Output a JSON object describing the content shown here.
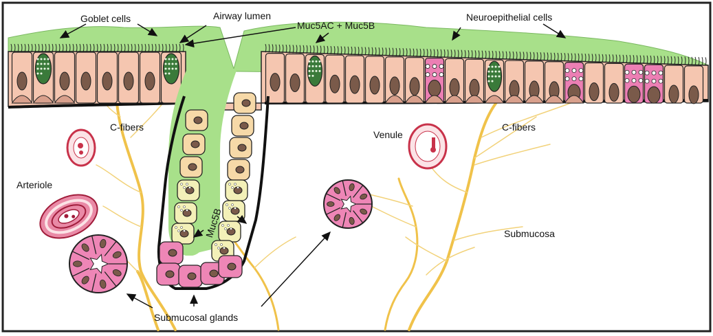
{
  "labels": {
    "goblet_cells": "Goblet cells",
    "airway_lumen": "Airway lumen",
    "muc5ac_muc5b": "Muc5AC + Muc5B",
    "neuroepithelial_cells": "Neuroepithelial cells",
    "c_fibers_left": "C-fibers",
    "c_fibers_right": "C-fibers",
    "venule": "Venule",
    "arteriole": "Arteriole",
    "muc5b": "Muc5B",
    "submucosa": "Submucosa",
    "submucosal_glands": "Submucosal glands"
  },
  "colors": {
    "lumen_green": "#a8e08a",
    "cell_peach": "#f5c6b0",
    "cell_dark_peach": "#d9a08c",
    "nucleus_brown": "#7a5a4a",
    "goblet_green": "#3a7a3a",
    "neuro_pink": "#ec7fb4",
    "gland_tan": "#f6d9a8",
    "gland_yellow": "#f3f0b8",
    "gland_pink": "#ee86b6",
    "nerve_yellow": "#f0c24a",
    "vessel_red": "#c8324a"
  }
}
